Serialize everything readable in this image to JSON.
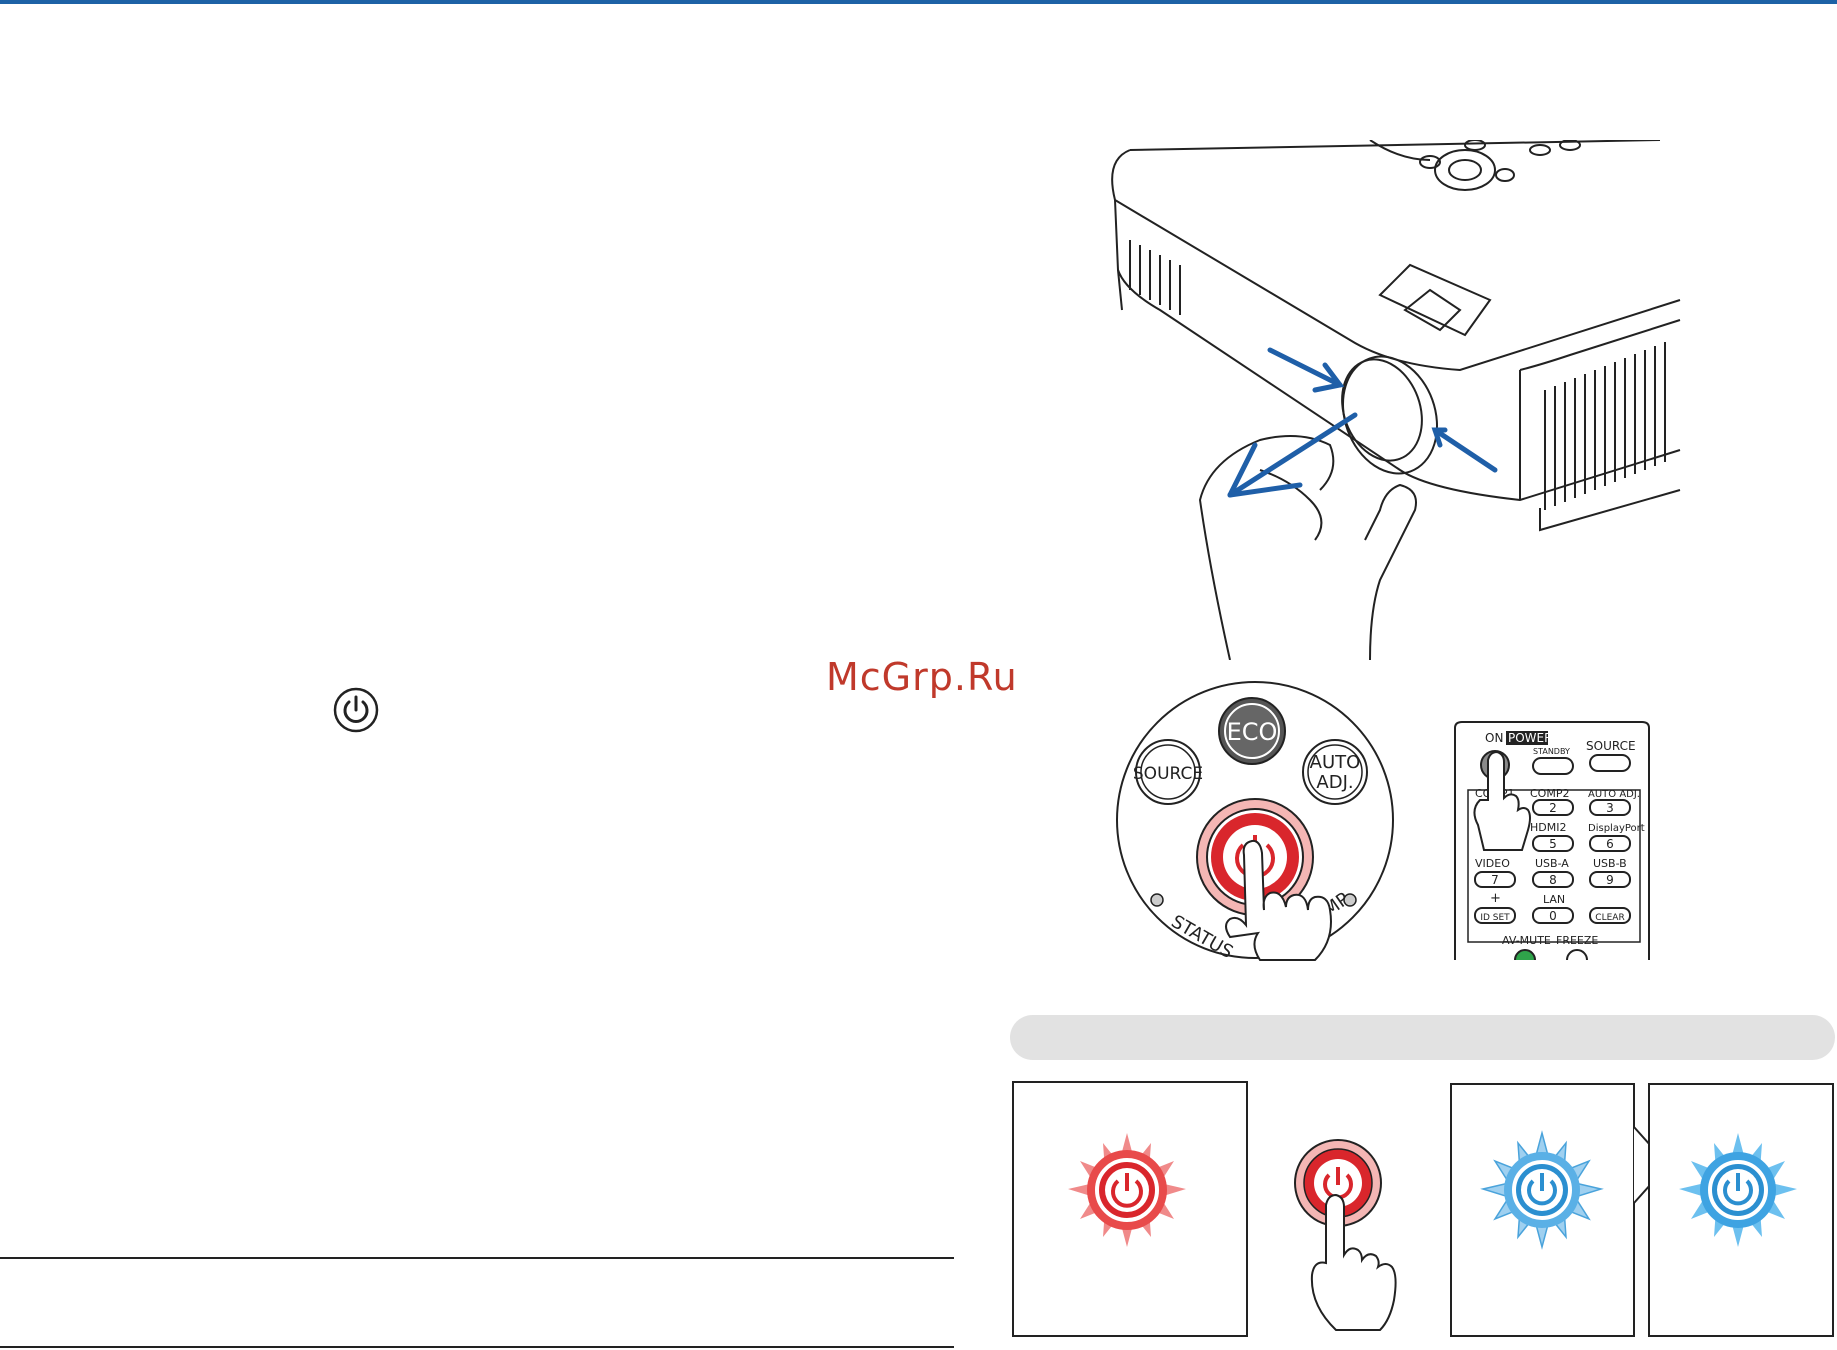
{
  "watermark": "McGrp.Ru",
  "panel": {
    "eco": "ECO",
    "source": "SOURCE",
    "auto_line1": "AUTO",
    "auto_line2": "ADJ.",
    "status": "STATUS",
    "lamp": "LAMP"
  },
  "remote": {
    "on": "ON",
    "power": "POWER",
    "standby": "STANDBY",
    "source": "SOURCE",
    "comp1": "COMP1",
    "comp2": "COMP2",
    "auto_adj": "AUTO ADJ.",
    "hdmi2": "HDMI2",
    "displayport": "DisplayPort",
    "video": "VIDEO",
    "usb_a": "USB-A",
    "usb_b": "USB-B",
    "lan": "LAN",
    "id_set": "ID SET",
    "clear": "CLEAR",
    "av_mute": "AV-MUTE",
    "freeze": "FREEZE",
    "plus": "+",
    "keys": [
      "2",
      "3",
      "5",
      "6",
      "7",
      "8",
      "9",
      "0"
    ]
  },
  "colors": {
    "accent_rule": "#1d62a6",
    "arrow_blue": "#1f5fa8",
    "power_red": "#d9262c",
    "ready_blue": "#2b8fd0",
    "band_gray": "#e2e2e2"
  },
  "icons": [
    "power-icon",
    "hand-pointer-icon",
    "projector-illustration"
  ]
}
